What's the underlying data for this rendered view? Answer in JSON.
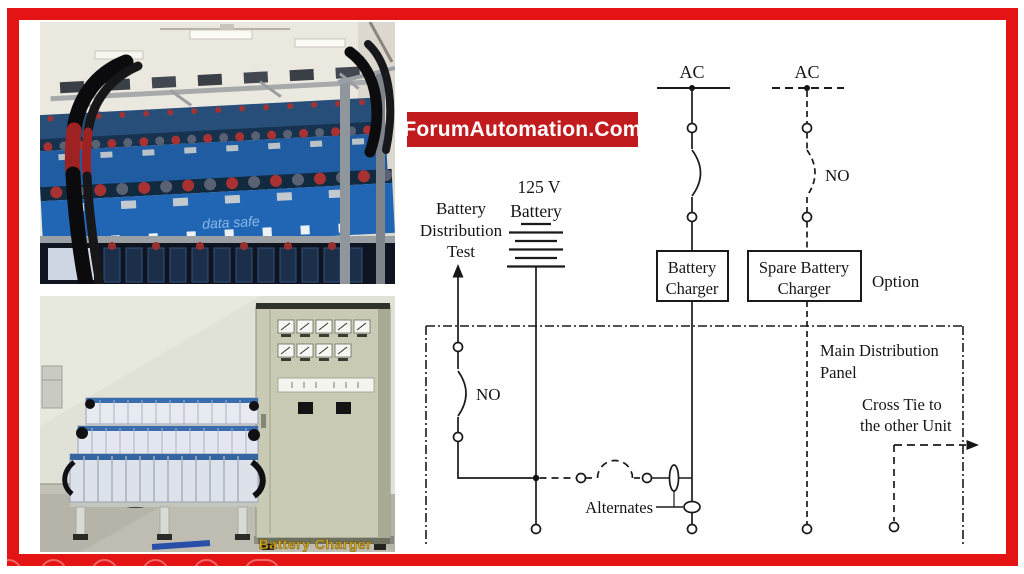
{
  "colors": {
    "frame_red": "#e41414",
    "banner_bg": "#c21b1e",
    "banner_fg": "#ffffff",
    "diagram_ink": "#1a1a1a",
    "battery_blue": "#2166b4",
    "cabinet_beige": "#c8cab3",
    "caption_gold": "#d8a81e"
  },
  "banner": {
    "text": "ForumAutomation.Com"
  },
  "diagram": {
    "ac_left": "AC",
    "ac_right": "AC",
    "voltage": "125 V",
    "voltage_sub": "Battery",
    "test_l1": "Battery",
    "test_l2": "Distribution",
    "test_l3": "Test",
    "no_left": "NO",
    "no_right": "NO",
    "charger_l1": "Battery",
    "charger_l2": "Charger",
    "spare_l1": "Spare Battery",
    "spare_l2": "Charger",
    "option": "Option",
    "panel_l1": "Main Distribution",
    "panel_l2": "Panel",
    "crosstie_l1": "Cross Tie to",
    "crosstie_l2": "the other Unit",
    "alternates": "Alternates"
  },
  "photos": {
    "battery_brand": "data safe",
    "charger_caption": "Battery Charger"
  },
  "viewer_toolbar": {
    "icons": [
      "chevron-left-icon",
      "play-icon",
      "pencil-icon",
      "printer-icon",
      "magnifier-icon",
      "ellipsis-icon"
    ]
  }
}
